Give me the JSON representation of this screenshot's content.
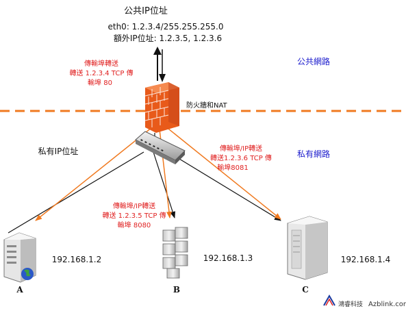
{
  "public_ip": {
    "title": "公共IP位址",
    "eth0": "eth0: 1.2.3.4/255.255.255.0",
    "extra": "額外IP位址: 1.2.3.5, 1.2.3.6"
  },
  "zones": {
    "public_network": "公共網路",
    "private_network": "私有網路"
  },
  "firewall_label": "防火牆和NAT",
  "private_ip_label": "私有IP位址",
  "forwarding": {
    "public": [
      "傳輸埠轉送",
      "轉送 1.2.3.4 TCP 傳",
      "輸埠 80"
    ],
    "b": [
      "傳輸埠/IP轉送",
      "轉送 1.2.3.5 TCP 傳",
      "輸埠 8080"
    ],
    "c": [
      "傳輸埠/IP轉送",
      "轉送1.2.3.6 TCP 傳",
      "輸埠8081"
    ]
  },
  "servers": [
    {
      "letter": "A",
      "ip": "192.168.1.2"
    },
    {
      "letter": "B",
      "ip": "192.168.1.3"
    },
    {
      "letter": "C",
      "ip": "192.168.1.4"
    }
  ],
  "watermark": {
    "company": "鴻睿科技",
    "site": "Azblink.com"
  },
  "colors": {
    "dashed_line": "#f07a20",
    "red_text": "#e02020",
    "blue_text": "#1a1acc",
    "arrow": "#f07a20"
  }
}
